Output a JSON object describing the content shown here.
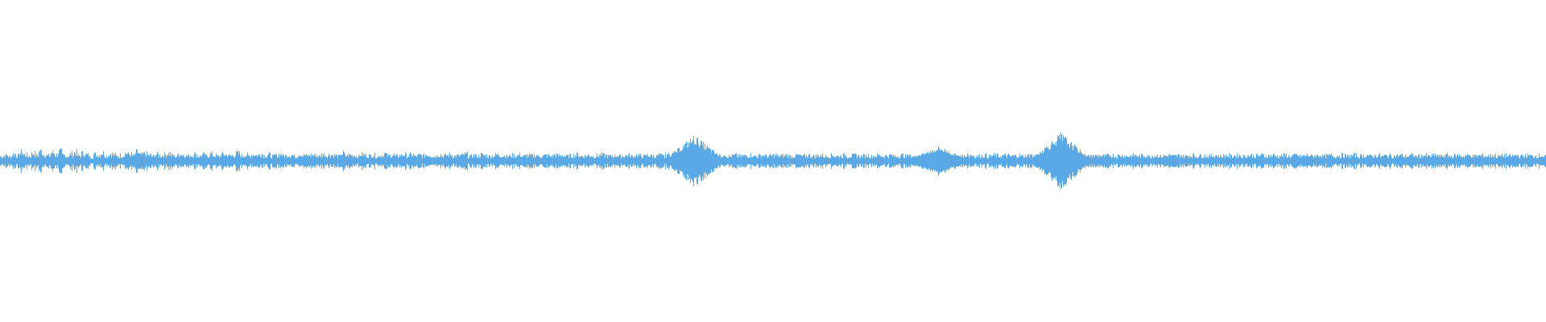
{
  "waveform": {
    "color": "#5aa9e6",
    "background": "#ffffff",
    "peaks": [
      0.1,
      0.12,
      0.09,
      0.15,
      0.11,
      0.18,
      0.13,
      0.1,
      0.16,
      0.12,
      0.2,
      0.14,
      0.11,
      0.17,
      0.13,
      0.19,
      0.12,
      0.1,
      0.15,
      0.18,
      0.11,
      0.16,
      0.13,
      0.09,
      0.14,
      0.12,
      0.17,
      0.11,
      0.15,
      0.13,
      0.1,
      0.12,
      0.16,
      0.14,
      0.11,
      0.18,
      0.13,
      0.15,
      0.12,
      0.1,
      0.14,
      0.11,
      0.13,
      0.16,
      0.12,
      0.1,
      0.15,
      0.13,
      0.11,
      0.12,
      0.14,
      0.1,
      0.13,
      0.11,
      0.15,
      0.12,
      0.1,
      0.14,
      0.13,
      0.11,
      0.12,
      0.16,
      0.11,
      0.13,
      0.1,
      0.14,
      0.12,
      0.15,
      0.11,
      0.13,
      0.1,
      0.12,
      0.14,
      0.11,
      0.13,
      0.12,
      0.1,
      0.15,
      0.12,
      0.11,
      0.13,
      0.12,
      0.1,
      0.14,
      0.11,
      0.13,
      0.12,
      0.1,
      0.16,
      0.11,
      0.13,
      0.12,
      0.1,
      0.14,
      0.12,
      0.11,
      0.13,
      0.1,
      0.12,
      0.15,
      0.11,
      0.13,
      0.1,
      0.12,
      0.14,
      0.11,
      0.13,
      0.1,
      0.12,
      0.11,
      0.13,
      0.12,
      0.1,
      0.14,
      0.11,
      0.12,
      0.13,
      0.1,
      0.11,
      0.12,
      0.14,
      0.1,
      0.12,
      0.11,
      0.13,
      0.12,
      0.1,
      0.11,
      0.13,
      0.12,
      0.11,
      0.1,
      0.12,
      0.11,
      0.13,
      0.1,
      0.12,
      0.11,
      0.12,
      0.1,
      0.11,
      0.12,
      0.1,
      0.13,
      0.11,
      0.12,
      0.1,
      0.11,
      0.12,
      0.13,
      0.1,
      0.11,
      0.12,
      0.1,
      0.11,
      0.13,
      0.12,
      0.1,
      0.11,
      0.12,
      0.1,
      0.11,
      0.12,
      0.1,
      0.13,
      0.11,
      0.1,
      0.12,
      0.11,
      0.1,
      0.12,
      0.11,
      0.13,
      0.1,
      0.11,
      0.12,
      0.1,
      0.11,
      0.12,
      0.1,
      0.11,
      0.1,
      0.12,
      0.11,
      0.1,
      0.12,
      0.11,
      0.13,
      0.1,
      0.11,
      0.12,
      0.1,
      0.11,
      0.12,
      0.13,
      0.1,
      0.11,
      0.12,
      0.1,
      0.11,
      0.12,
      0.1,
      0.11,
      0.12,
      0.1,
      0.11,
      0.12,
      0.1,
      0.11,
      0.12,
      0.1,
      0.11,
      0.12,
      0.1,
      0.11,
      0.12,
      0.1,
      0.11,
      0.12,
      0.1,
      0.11,
      0.12,
      0.1,
      0.11,
      0.12,
      0.1,
      0.11,
      0.12,
      0.1,
      0.11,
      0.12,
      0.1,
      0.11,
      0.12,
      0.1,
      0.11,
      0.12,
      0.1,
      0.11,
      0.12,
      0.1,
      0.11,
      0.12,
      0.1,
      0.11,
      0.12,
      0.1,
      0.11,
      0.12,
      0.1,
      0.11,
      0.12,
      0.1,
      0.11,
      0.12,
      0.1,
      0.11,
      0.12,
      0.1,
      0.11,
      0.12,
      0.1,
      0.11,
      0.12,
      0.1,
      0.11,
      0.12,
      0.1,
      0.11,
      0.12,
      0.1,
      0.11,
      0.12,
      0.1,
      0.11,
      0.12,
      0.1,
      0.11,
      0.12,
      0.1,
      0.11,
      0.12,
      0.1,
      0.11,
      0.12,
      0.1,
      0.11,
      0.12,
      0.1,
      0.11,
      0.12,
      0.1,
      0.11,
      0.12,
      0.1,
      0.11,
      0.12,
      0.1,
      0.11,
      0.12,
      0.1,
      0.11,
      0.12,
      0.1,
      0.11,
      0.12,
      0.1,
      0.11,
      0.12,
      0.1,
      0.11,
      0.12,
      0.1,
      0.11,
      0.12,
      0.1,
      0.11,
      0.12,
      0.1,
      0.11,
      0.12,
      0.1,
      0.11,
      0.12,
      0.1,
      0.11,
      0.12,
      0.1,
      0.11,
      0.12,
      0.1,
      0.11,
      0.12,
      0.1,
      0.11,
      0.12,
      0.1,
      0.11,
      0.12,
      0.1,
      0.11,
      0.12,
      0.1,
      0.11,
      0.12,
      0.1,
      0.11,
      0.12,
      0.1,
      0.11,
      0.12,
      0.1,
      0.11,
      0.12,
      0.1,
      0.11,
      0.12,
      0.1,
      0.11,
      0.12,
      0.1,
      0.11,
      0.12,
      0.1,
      0.11,
      0.12,
      0.1,
      0.11,
      0.12,
      0.1,
      0.11,
      0.12,
      0.1,
      0.11,
      0.12,
      0.1,
      0.11,
      0.12,
      0.1,
      0.11,
      0.12,
      0.1,
      0.11,
      0.12,
      0.1,
      0.11,
      0.12,
      0.1,
      0.11,
      0.12,
      0.1,
      0.11,
      0.12,
      0.1,
      0.11,
      0.12,
      0.1,
      0.11,
      0.12,
      0.1
    ],
    "spikes": [
      {
        "at": 0.449,
        "amplitude": 0.55
      },
      {
        "at": 0.607,
        "amplitude": 0.32
      },
      {
        "at": 0.686,
        "amplitude": 0.6
      }
    ]
  }
}
